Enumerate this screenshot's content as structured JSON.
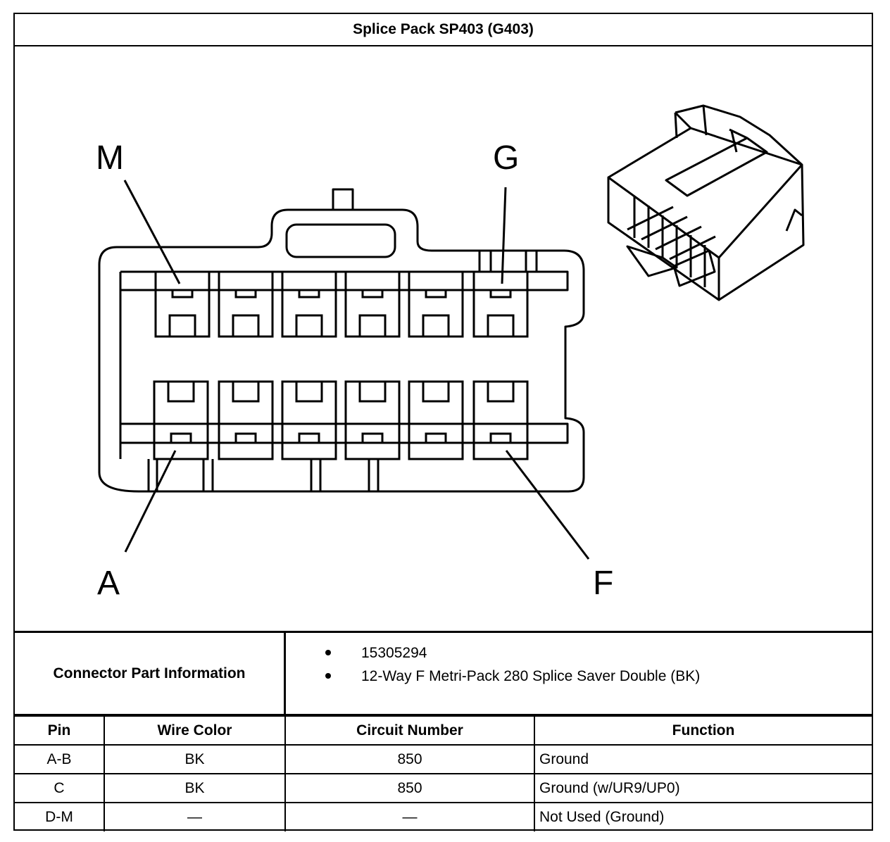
{
  "title": "Splice Pack SP403 (G403)",
  "diagram": {
    "labels": {
      "m": "M",
      "g": "G",
      "a": "A",
      "f": "F"
    }
  },
  "connector_info": {
    "label": "Connector Part Information",
    "items": [
      "15305294",
      "12-Way F Metri-Pack 280 Splice Saver Double (BK)"
    ]
  },
  "table": {
    "headers": {
      "pin": "Pin",
      "wire_color": "Wire Color",
      "circuit_number": "Circuit Number",
      "function": "Function"
    },
    "rows": [
      {
        "pin": "A-B",
        "wire_color": "BK",
        "circuit": "850",
        "function": "Ground"
      },
      {
        "pin": "C",
        "wire_color": "BK",
        "circuit": "850",
        "function": "Ground (w/UR9/UP0)"
      },
      {
        "pin": "D-M",
        "wire_color": "—",
        "circuit": "—",
        "function": "Not Used (Ground)"
      }
    ]
  }
}
